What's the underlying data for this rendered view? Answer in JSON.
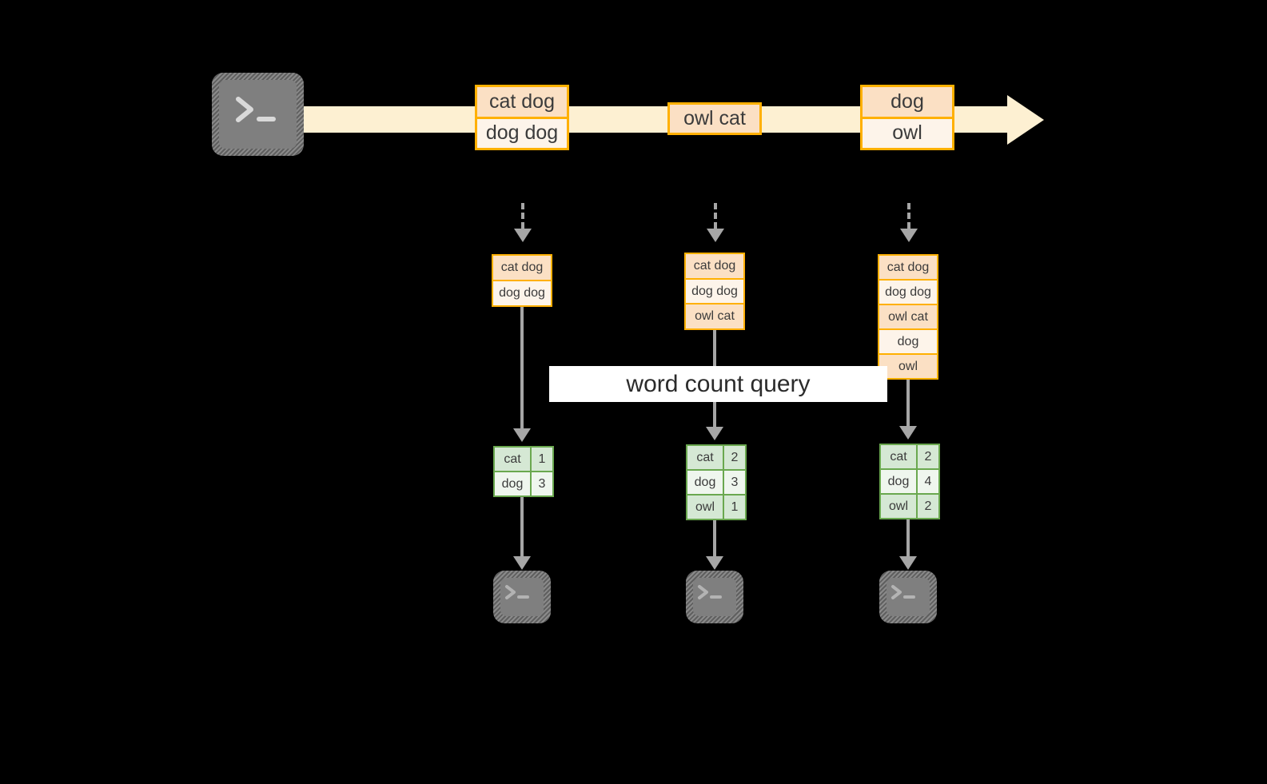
{
  "diagram": {
    "title": "streaming word count query over a record stream",
    "background_color": "#000000",
    "palette": {
      "stream_band": "#fdf0d2",
      "event_border": "#ffb000",
      "event_fill_dark": "#fbe0c4",
      "event_fill_light": "#fdf4ea",
      "result_border": "#6aa84f",
      "result_fill_dark": "#d5e8d4",
      "result_fill_light": "#eff6ee",
      "arrow": "#a6a6a6",
      "terminal_fill": "#7f7f7f",
      "label_fill": "#ffffff",
      "text": "#3b3b3b"
    }
  },
  "source": {
    "icon": "terminal-icon",
    "prompt": ">_"
  },
  "stream": {
    "direction_icon": "arrow-right-icon",
    "events": [
      {
        "lines": [
          "cat dog",
          "dog dog"
        ]
      },
      {
        "lines": [
          "owl cat"
        ]
      },
      {
        "lines": [
          "dog",
          "owl"
        ]
      }
    ]
  },
  "query": {
    "label": "word count query",
    "input_arrow_icon": "dashed-arrow-down-icon",
    "output_arrow_icon": "arrow-down-icon"
  },
  "snapshots": [
    {
      "name": "snapshot-1",
      "input_rows": [
        "cat dog",
        "dog dog"
      ],
      "result_header": null,
      "result_rows": [
        {
          "word": "cat",
          "count": "1"
        },
        {
          "word": "dog",
          "count": "3"
        }
      ],
      "sink_icon": "terminal-icon",
      "sink_prompt": ">_"
    },
    {
      "name": "snapshot-2",
      "input_rows": [
        "cat dog",
        "dog dog",
        "owl cat"
      ],
      "result_header": null,
      "result_rows": [
        {
          "word": "cat",
          "count": "2"
        },
        {
          "word": "dog",
          "count": "3"
        },
        {
          "word": "owl",
          "count": "1"
        }
      ],
      "sink_icon": "terminal-icon",
      "sink_prompt": ">_"
    },
    {
      "name": "snapshot-3",
      "input_rows": [
        "cat dog",
        "dog dog",
        "owl cat",
        "dog",
        "owl"
      ],
      "result_header": null,
      "result_rows": [
        {
          "word": "cat",
          "count": "2"
        },
        {
          "word": "dog",
          "count": "4"
        },
        {
          "word": "owl",
          "count": "2"
        }
      ],
      "sink_icon": "terminal-icon",
      "sink_prompt": ">_"
    }
  ]
}
